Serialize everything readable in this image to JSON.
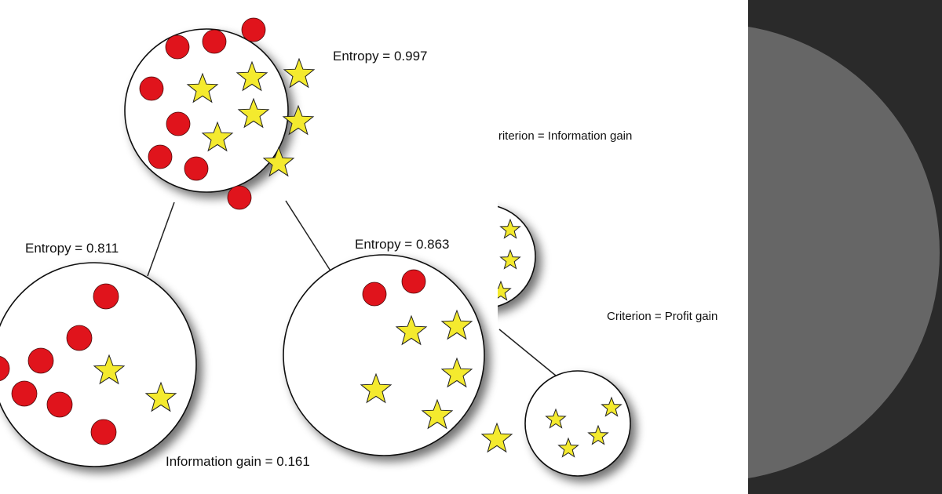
{
  "diagram": {
    "root_entropy": "Entropy = 0.997",
    "left_entropy": "Entropy = 0.811",
    "right_entropy": "Entropy = 0.863",
    "info_gain": "Information gain = 0.161",
    "criterion_info": "Criterion = Information gain",
    "criterion_profit": "Criterion = Profit gain"
  },
  "nodes": {
    "root": {
      "circles": 8,
      "stars": 7
    },
    "left_child": {
      "circles": 7,
      "stars": 2
    },
    "right_child": {
      "circles": 2,
      "stars": 6
    },
    "second_tree_partial_node": {
      "stars": 3
    },
    "second_tree_child": {
      "stars": 4
    }
  },
  "colors": {
    "circle_fill": "#e0141c",
    "star_fill": "#f4ea2e",
    "right_panel_bg": "#2a2a2a",
    "right_panel_disc": "#666666",
    "node_fill": "#ffffff"
  }
}
